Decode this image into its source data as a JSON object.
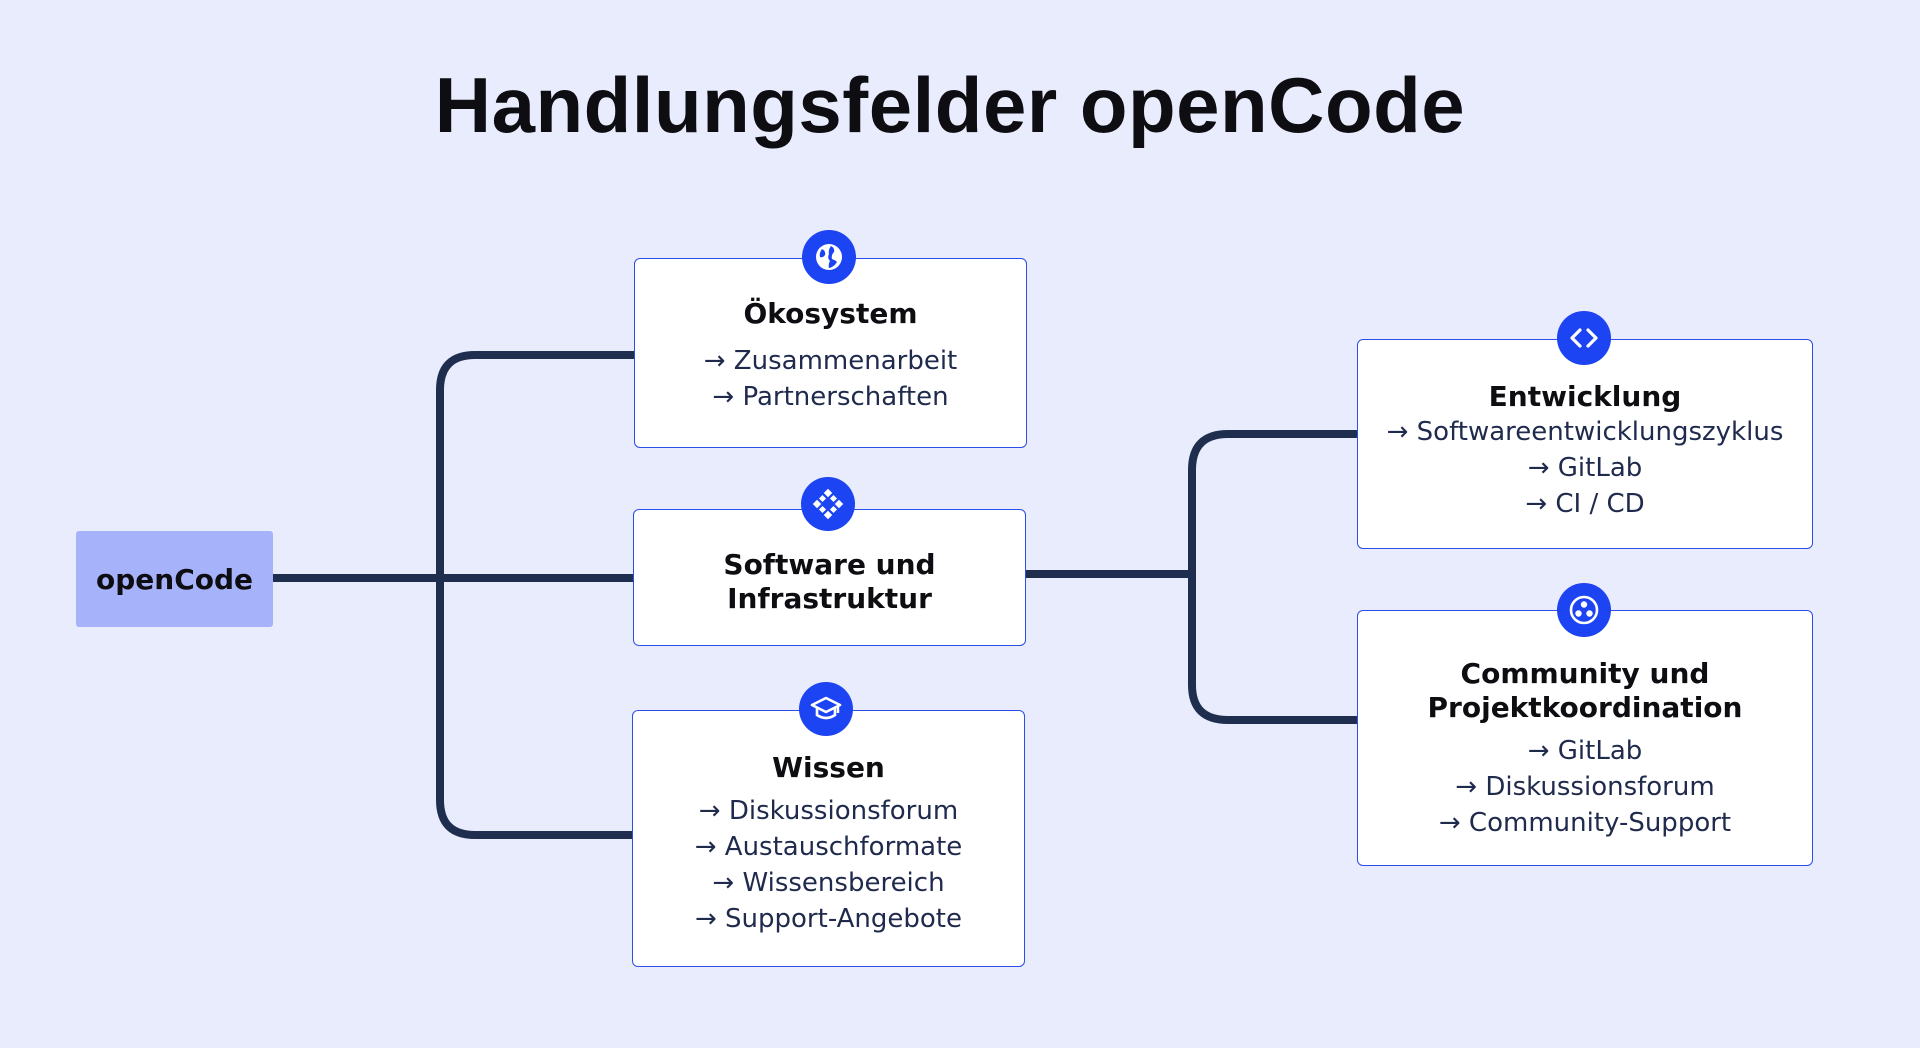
{
  "title": "Handlungsfelder openCode",
  "root": {
    "label": "openCode"
  },
  "nodes": {
    "oekosystem": {
      "title": "Ökosystem",
      "icon": "globe-icon",
      "items": [
        "→ Zusammenarbeit",
        "→ Partnerschaften"
      ]
    },
    "software": {
      "title_line1": "Software und",
      "title_line2": "Infrastruktur",
      "icon": "structure-icon"
    },
    "wissen": {
      "title": "Wissen",
      "icon": "graduation-cap-icon",
      "items": [
        "→ Diskussionsforum",
        "→ Austauschformate",
        "→ Wissensbereich",
        "→ Support-Angebote"
      ]
    },
    "entwicklung": {
      "title": "Entwicklung",
      "icon": "code-icon",
      "items": [
        "→ Softwareentwicklungszyklus",
        "→ GitLab",
        "→ CI / CD"
      ]
    },
    "community": {
      "title_line1": "Community und",
      "title_line2": "Projektkoordination",
      "icon": "community-icon",
      "items": [
        "→ GitLab",
        "→ Diskussionsforum",
        "→ Community-Support"
      ]
    }
  },
  "colors": {
    "background": "#e8ecfd",
    "accent": "#1d44f2",
    "connector": "#1f2d4f",
    "root_fill": "#a6b3fb"
  }
}
